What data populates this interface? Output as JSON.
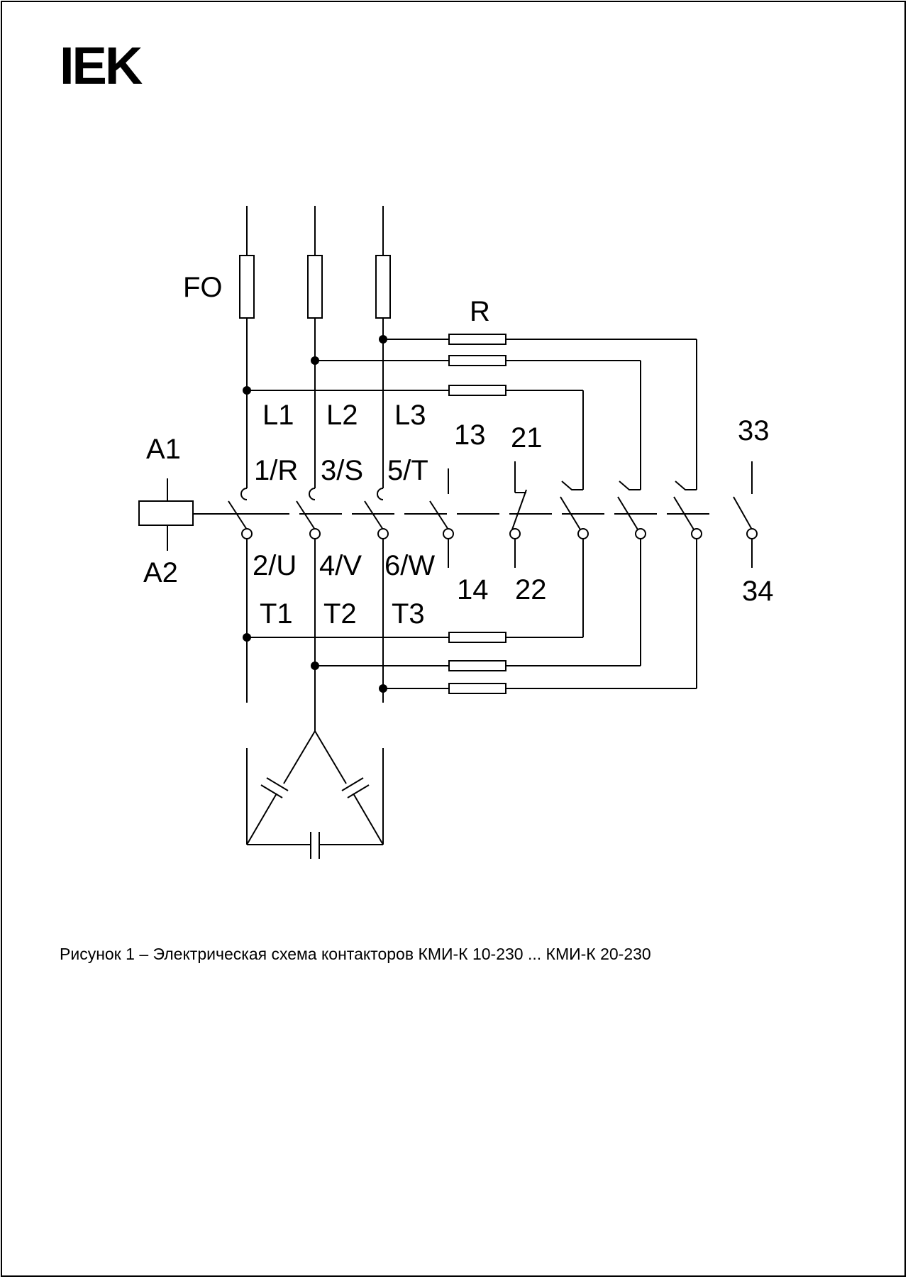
{
  "brand": {
    "logo_text": "IEK"
  },
  "labels": {
    "fuse": "FO",
    "resistor": "R",
    "coil_a1": "A1",
    "coil_a2": "A2",
    "l1": "L1",
    "l2": "L2",
    "l3": "L3",
    "t_1r": "1/R",
    "t_3s": "3/S",
    "t_5t": "5/T",
    "t_2u": "2/U",
    "t_4v": "4/V",
    "t_6w": "6/W",
    "t1": "T1",
    "t2": "T2",
    "t3": "T3",
    "aux_13": "13",
    "aux_14": "14",
    "aux_21": "21",
    "aux_22": "22",
    "aux_33": "33",
    "aux_34": "34"
  },
  "caption": "Рисунок 1 – Электрическая схема контакторов КМИ-К 10-230 ... КМИ-К 20-230"
}
